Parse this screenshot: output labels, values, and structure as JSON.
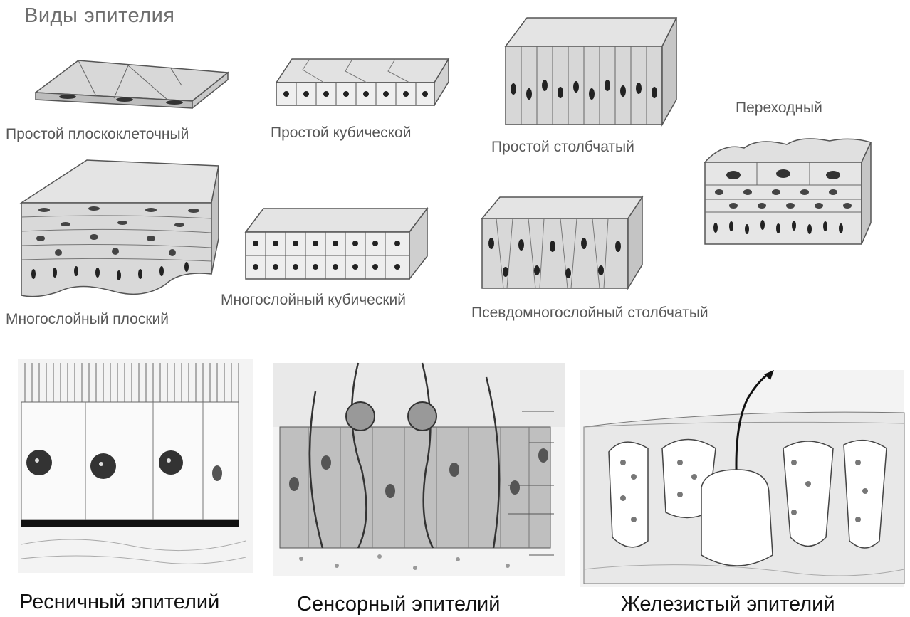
{
  "title": "Виды эпителия",
  "labels": {
    "simple_squamous": "Простой плоскоклеточный",
    "simple_cuboidal": "Простой кубической",
    "simple_columnar": "Простой столбчатый",
    "transitional": "Переходный",
    "stratified_squamous": "Многослойный плоский",
    "stratified_cuboidal": "Многослойный кубический",
    "pseudostratified": "Псевдомногослойный столбчатый"
  },
  "captions": {
    "ciliated": "Ресничный эпителий",
    "sensory": "Сенсорный эпителий",
    "glandular": "Железистый эпителий"
  }
}
